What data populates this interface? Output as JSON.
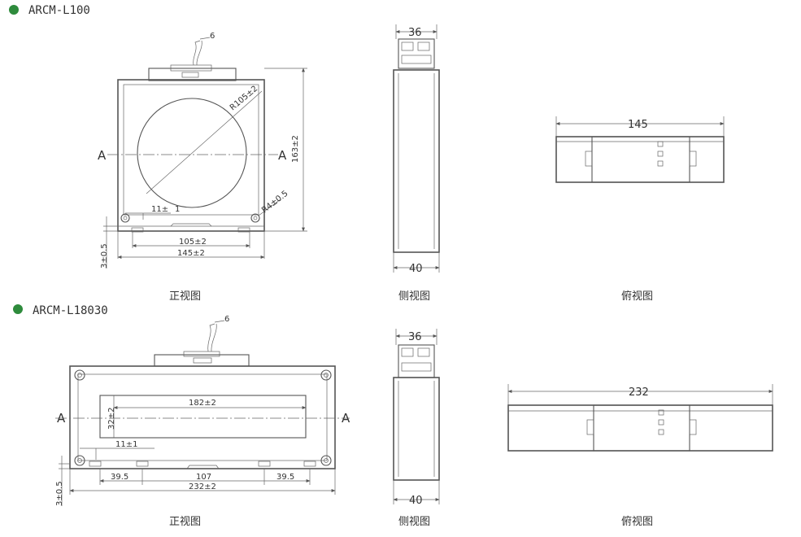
{
  "colors": {
    "bullet": "#2e8b3c",
    "line": "#555555",
    "text": "#333333"
  },
  "model1": {
    "title": "ARCM-L100",
    "front": {
      "caption": "正视图",
      "lead": "6",
      "radius": "R105±2",
      "height": "163±2",
      "corner": "R4±0.5",
      "offset": "11±",
      "offset_num": "1",
      "w_inner": "105±2",
      "w_outer": "145±2",
      "base": "3±0.5",
      "section_a": "A",
      "section_b": "A"
    },
    "side": {
      "caption": "侧视图",
      "top": "36",
      "bottom": "40"
    },
    "top": {
      "caption": "俯视图",
      "width": "145"
    }
  },
  "model2": {
    "title": "ARCM-L18030",
    "front": {
      "caption": "正视图",
      "lead": "6",
      "win_w": "182±2",
      "win_h": "32±2",
      "offset": "11±1",
      "seg_a": "39.5",
      "seg_b": "107",
      "seg_c": "39.5",
      "w_outer": "232±2",
      "base": "3±0.5",
      "section_a": "A",
      "section_b": "A"
    },
    "side": {
      "caption": "侧视图",
      "top": "36",
      "bottom": "40"
    },
    "top": {
      "caption": "俯视图",
      "width": "232"
    }
  }
}
